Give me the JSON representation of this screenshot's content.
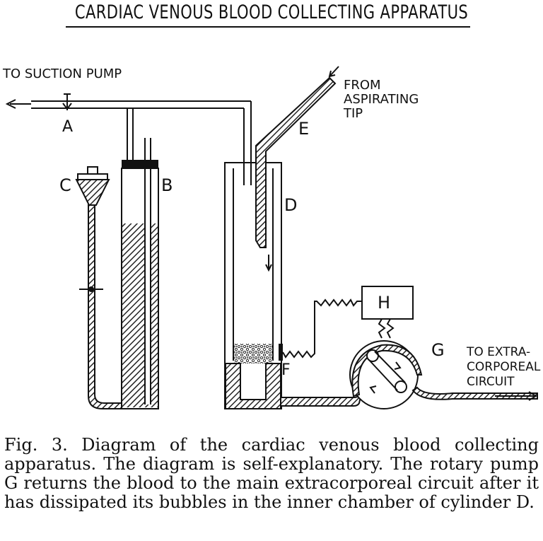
{
  "title": "CARDIAC VENOUS BLOOD COLLECTING APPARATUS",
  "labels": {
    "suction": "TO SUCTION PUMP",
    "a": "A",
    "b": "B",
    "c": "C",
    "d": "D",
    "e": "E",
    "f": "F",
    "g": "G",
    "h": "H",
    "from_line1": "FROM",
    "from_line2": "ASPIRATING",
    "from_line3": "TIP",
    "to_line1": "TO EXTRA-",
    "to_line2": "CORPOREAL",
    "to_line3": "CIRCUIT"
  },
  "caption": "Fig. 3. Diagram of the cardiac venous blood collecting apparatus. The diagram is self-explanatory. The rotary pump G returns the blood to the main extracorporeal circuit after it has dissipated its bubbles in the inner chamber of cylinder D."
}
